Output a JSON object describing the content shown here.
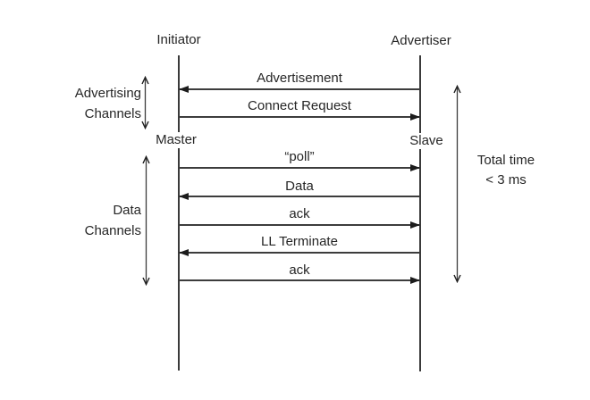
{
  "diagram": {
    "title_hint": "BLE connection event sequence diagram",
    "colors": {
      "background": "#ffffff",
      "line": "#3c3c3c",
      "arrowhead": "#1c1c1c",
      "text": "#262626"
    },
    "actors": {
      "initiator": "Initiator",
      "advertiser": "Advertiser",
      "master": "Master",
      "slave": "Slave"
    },
    "messages": [
      {
        "label": "Advertisement",
        "direction": "right-to-left"
      },
      {
        "label": "Connect Request",
        "direction": "left-to-right"
      },
      {
        "label": "“poll”",
        "direction": "left-to-right"
      },
      {
        "label": "Data",
        "direction": "right-to-left"
      },
      {
        "label": "ack",
        "direction": "left-to-right"
      },
      {
        "label": "LL Terminate",
        "direction": "right-to-left"
      },
      {
        "label": "ack",
        "direction": "left-to-right"
      }
    ],
    "annotations": {
      "advertising_channels": {
        "line1": "Advertising",
        "line2": "Channels"
      },
      "data_channels": {
        "line1": "Data",
        "line2": "Channels"
      },
      "total_time": {
        "line1": "Total time",
        "line2": "< 3 ms"
      }
    }
  }
}
